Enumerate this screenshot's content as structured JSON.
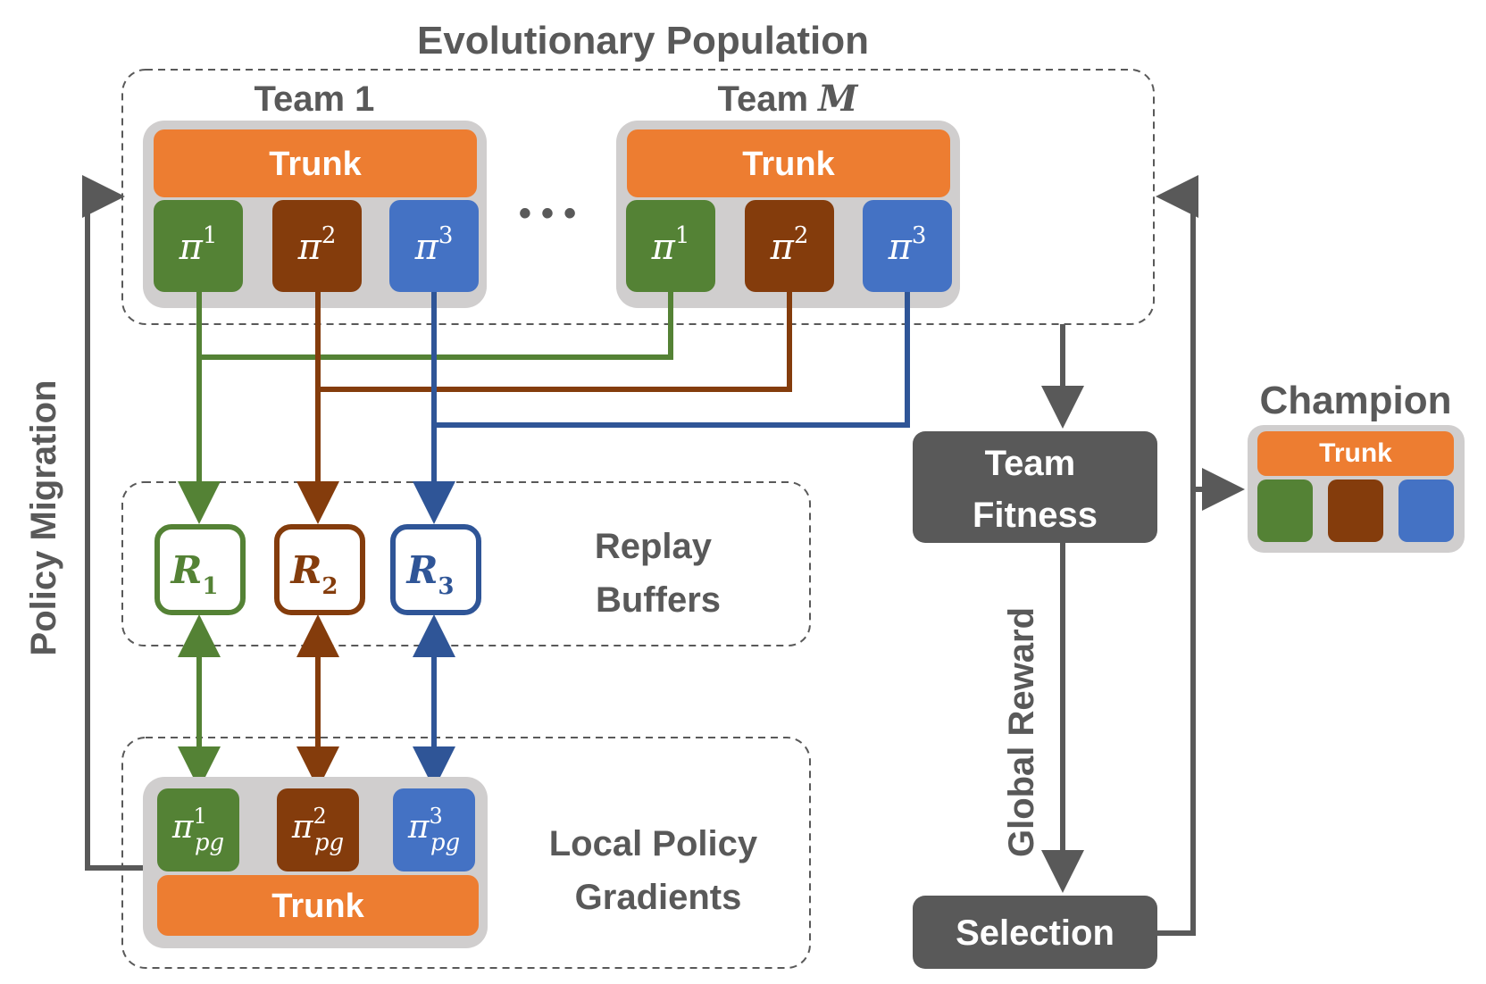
{
  "title": "Evolutionary Population",
  "teams": [
    {
      "label": "Team 1",
      "trunk": "Trunk",
      "policies": [
        {
          "base": "π",
          "sup": "1"
        },
        {
          "base": "π",
          "sup": "2"
        },
        {
          "base": "π",
          "sup": "3"
        }
      ]
    },
    {
      "label_prefix": "Team ",
      "label_var": "M",
      "trunk": "Trunk",
      "policies": [
        {
          "base": "π",
          "sup": "1"
        },
        {
          "base": "π",
          "sup": "2"
        },
        {
          "base": "π",
          "sup": "3"
        }
      ]
    }
  ],
  "ellipsis": "• • •",
  "replay": {
    "label_lines": [
      "Replay",
      "Buffers"
    ],
    "buffers": [
      {
        "base": "R",
        "sub": "1"
      },
      {
        "base": "R",
        "sub": "2"
      },
      {
        "base": "R",
        "sub": "3"
      }
    ]
  },
  "local": {
    "label_lines": [
      "Local Policy",
      "Gradients"
    ],
    "trunk": "Trunk",
    "policies": [
      {
        "base": "π",
        "sup": "1",
        "sub": "pg"
      },
      {
        "base": "π",
        "sup": "2",
        "sub": "pg"
      },
      {
        "base": "π",
        "sup": "3",
        "sub": "pg"
      }
    ]
  },
  "side_label": "Policy Migration",
  "fitness": {
    "label_lines": [
      "Team",
      "Fitness"
    ]
  },
  "reward_label": "Global Reward",
  "selection": {
    "label": "Selection"
  },
  "champion": {
    "title": "Champion",
    "trunk": "Trunk"
  },
  "colors": {
    "green": "#548235",
    "brown": "#843c0c",
    "blue": "#4472c4",
    "blue_line": "#2f5597",
    "orange": "#ed7d31",
    "gray_panel": "#d0cece",
    "dark_box": "#595959",
    "text_gray": "#595959"
  }
}
